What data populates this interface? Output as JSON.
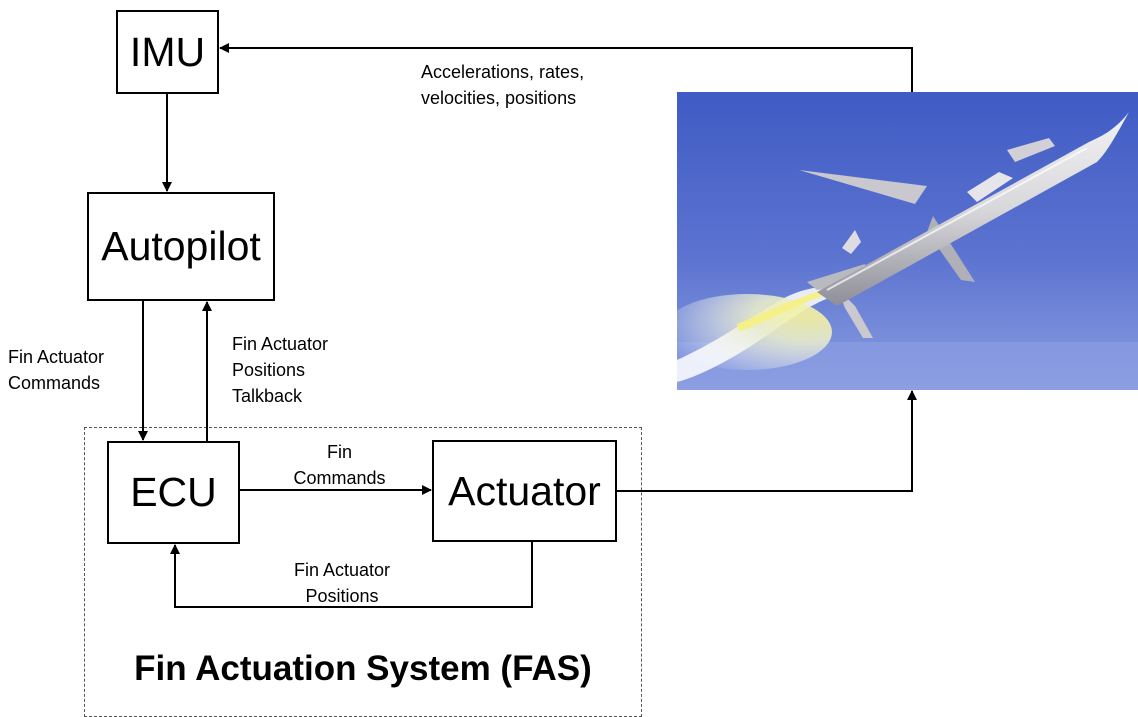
{
  "blocks": {
    "imu": "IMU",
    "autopilot": "Autopilot",
    "ecu": "ECU",
    "actuator": "Actuator"
  },
  "labels": {
    "imu_feedback": [
      "Accelerations, rates,",
      "velocities, positions"
    ],
    "fin_actuator_commands": [
      "Fin Actuator",
      "Commands"
    ],
    "fin_actuator_positions_talkback": [
      "Fin Actuator",
      "Positions",
      "Talkback"
    ],
    "fin_commands": [
      "Fin",
      "Commands"
    ],
    "fin_actuator_positions": [
      "Fin Actuator",
      "Positions"
    ]
  },
  "group": {
    "fas_title": "Fin Actuation System (FAS)"
  },
  "image": {
    "subject": "missile-in-flight",
    "colors": {
      "sky_top": "#3f5bc4",
      "sky_bottom": "#8a9ee0",
      "body": "#d8d8dc",
      "plume": "#f0ee8a"
    }
  }
}
